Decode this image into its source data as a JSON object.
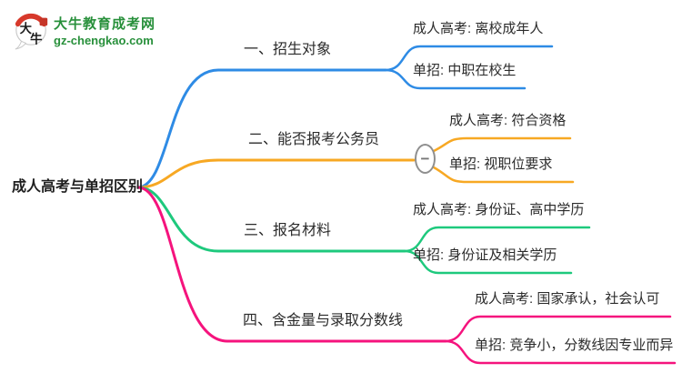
{
  "logo": {
    "icon_char_1": "大",
    "icon_char_2": "牛",
    "site_name": "大牛教育成考网",
    "site_domain": "gz-chengkao.com",
    "brand_color": "#28903B"
  },
  "root": {
    "label": "成人高考与单招区别"
  },
  "branches": [
    {
      "label": "一、招生对象",
      "color": "#2E8BE5",
      "children": [
        {
          "label": "成人高考: 离校成年人"
        },
        {
          "label": "单招: 中职在校生"
        }
      ]
    },
    {
      "label": "二、能否报考公务员",
      "color": "#F7A823",
      "collapse_button": "−",
      "children": [
        {
          "label": "成人高考: 符合资格"
        },
        {
          "label": "单招: 视职位要求"
        }
      ]
    },
    {
      "label": "三、报名材料",
      "color": "#1EC97D",
      "children": [
        {
          "label": "成人高考: 身份证、高中学历"
        },
        {
          "label": "单招: 身份证及相关学历"
        }
      ]
    },
    {
      "label": "四、含金量与录取分数线",
      "color": "#F5137D",
      "children": [
        {
          "label": "成人高考: 国家承认，社会认可"
        },
        {
          "label": "单招: 竞争小，分数线因专业而异"
        }
      ]
    }
  ]
}
